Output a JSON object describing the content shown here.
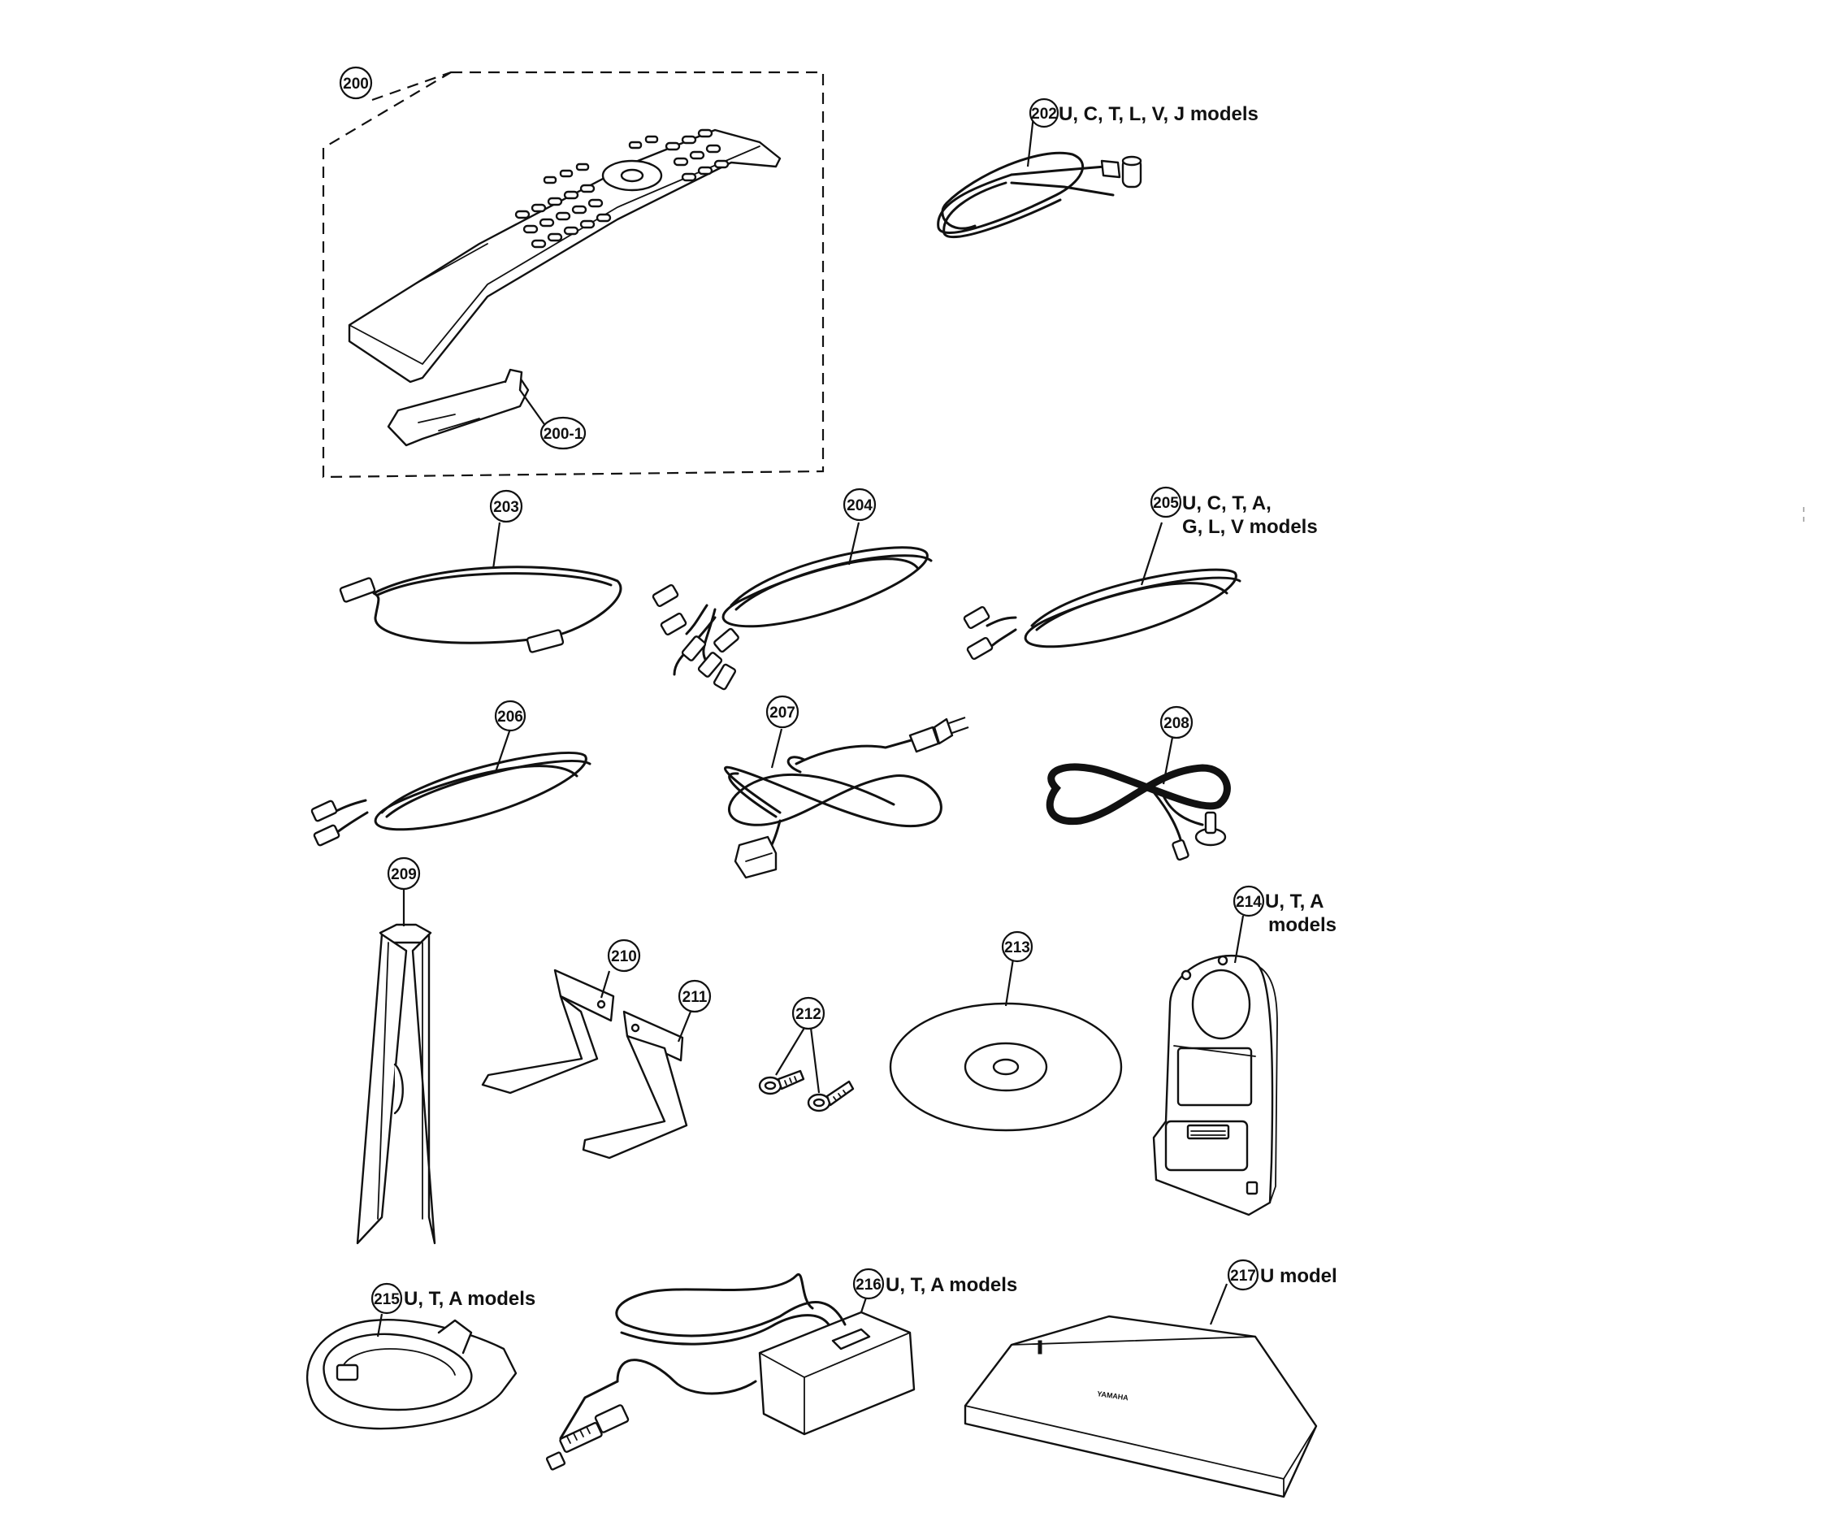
{
  "callouts": {
    "c200": "200",
    "c200_1": "200-1",
    "c202": "202",
    "c203": "203",
    "c204": "204",
    "c205": "205",
    "c206": "206",
    "c207": "207",
    "c208": "208",
    "c209": "209",
    "c210": "210",
    "c211": "211",
    "c212": "212",
    "c213": "213",
    "c214": "214",
    "c215": "215",
    "c216": "216",
    "c217": "217"
  },
  "notes": {
    "n202": "U, C, T, L, V, J models",
    "n205_line1": "U, C, T, A,",
    "n205_line2": "G, L, V models",
    "n214_line1": "U, T, A",
    "n214_line2": "models",
    "n215": "U, T, A models",
    "n216": "U, T, A models",
    "n217": "U model"
  },
  "logo_text": "YAMAHA",
  "colors": {
    "ink": "#111111",
    "paper": "#ffffff"
  }
}
